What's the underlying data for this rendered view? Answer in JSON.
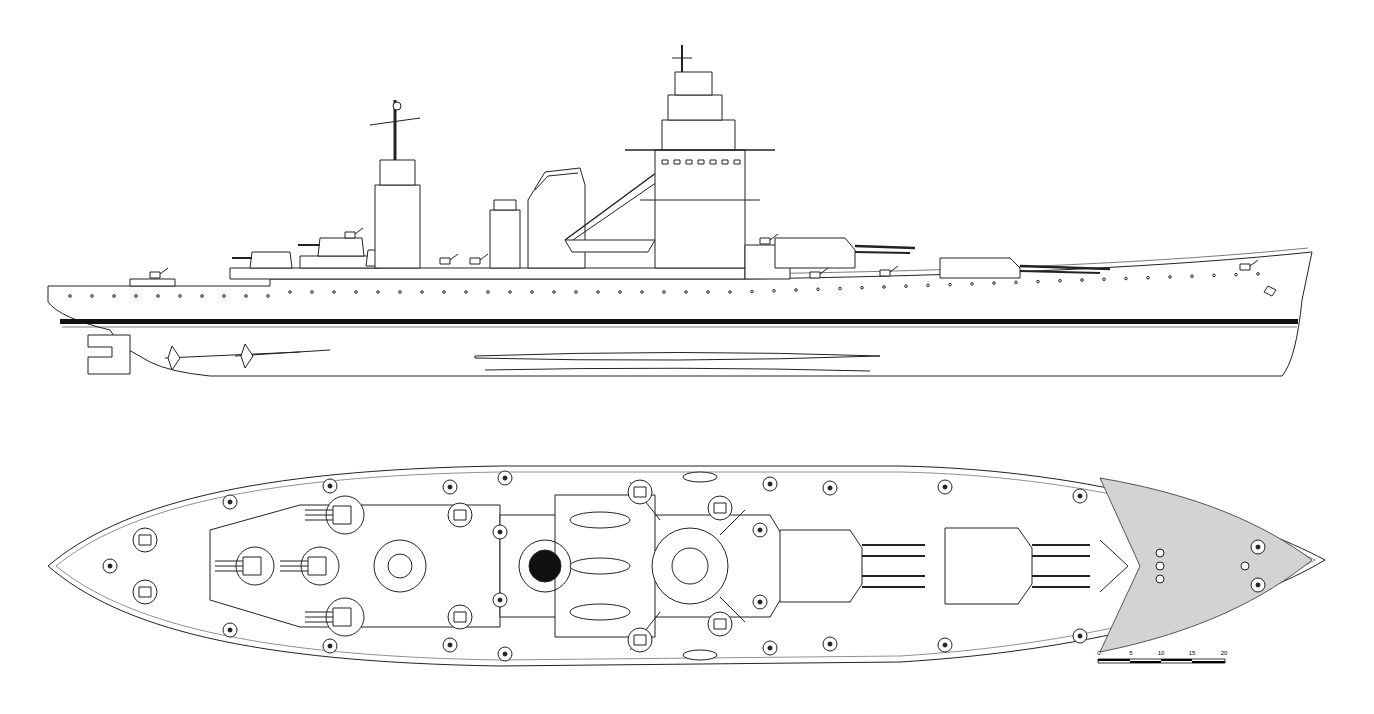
{
  "diagram": {
    "labels": [
      "0",
      "5",
      "10",
      "15",
      "20"
    ]
  }
}
